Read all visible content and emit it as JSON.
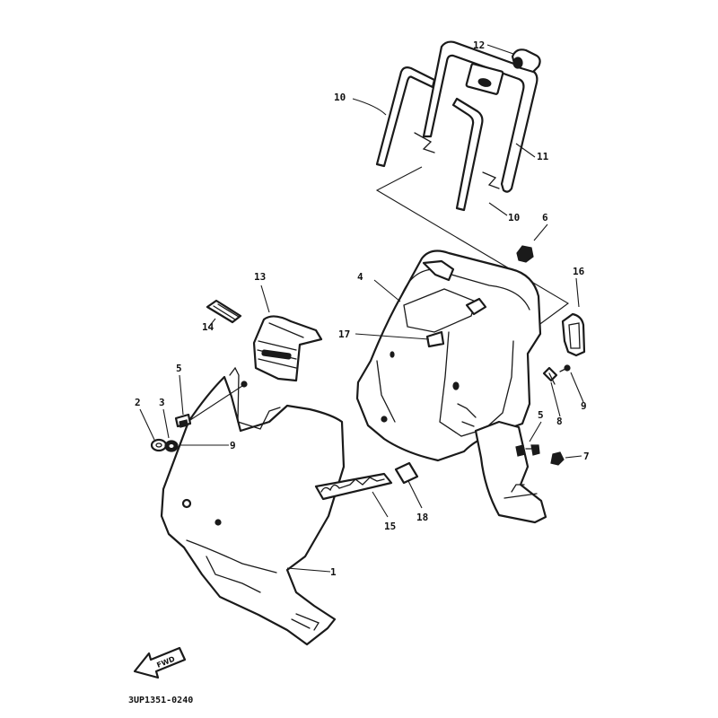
{
  "diagram": {
    "drawing_code": "3UP1351-0240",
    "direction_label": "FWD",
    "callouts": [
      {
        "id": "c1",
        "number": "1"
      },
      {
        "id": "c2",
        "number": "2"
      },
      {
        "id": "c3",
        "number": "3"
      },
      {
        "id": "c4",
        "number": "4"
      },
      {
        "id": "c5a",
        "number": "5"
      },
      {
        "id": "c5b",
        "number": "5"
      },
      {
        "id": "c6",
        "number": "6"
      },
      {
        "id": "c7",
        "number": "7"
      },
      {
        "id": "c8",
        "number": "8"
      },
      {
        "id": "c9a",
        "number": "9"
      },
      {
        "id": "c9b",
        "number": "9"
      },
      {
        "id": "c10a",
        "number": "10"
      },
      {
        "id": "c10b",
        "number": "10"
      },
      {
        "id": "c11",
        "number": "11"
      },
      {
        "id": "c12",
        "number": "12"
      },
      {
        "id": "c13",
        "number": "13"
      },
      {
        "id": "c14",
        "number": "14"
      },
      {
        "id": "c15",
        "number": "15"
      },
      {
        "id": "c16",
        "number": "16"
      },
      {
        "id": "c17",
        "number": "17"
      },
      {
        "id": "c18",
        "number": "18"
      }
    ]
  }
}
